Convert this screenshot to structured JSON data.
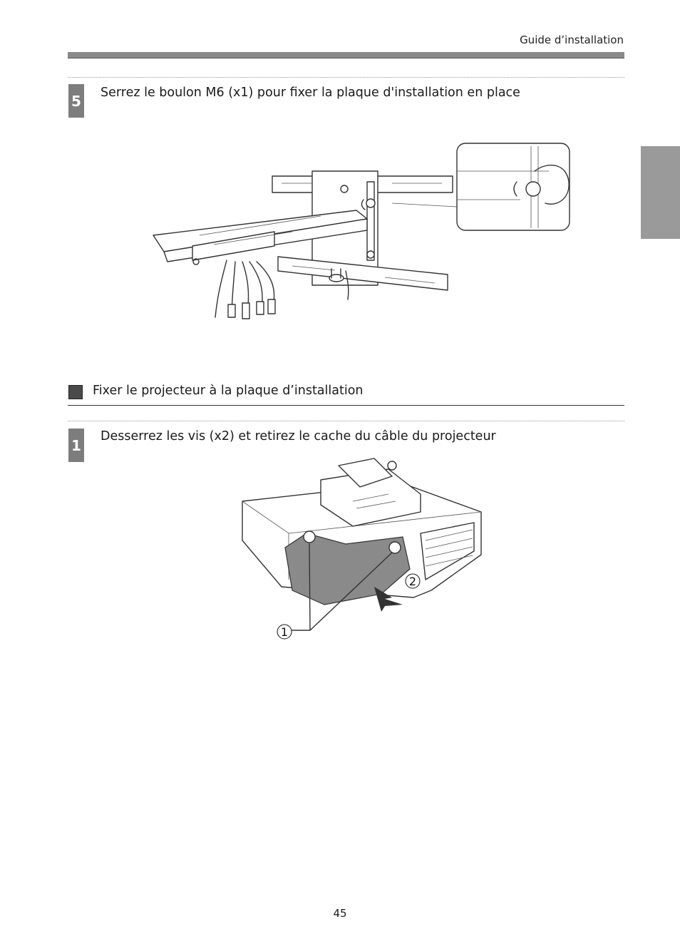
{
  "header": {
    "title": "Guide d’installation"
  },
  "steps": [
    {
      "number": "5",
      "text": "Serrez le boulon M6 (x1) pour fixer la plaque d'installation en place"
    },
    {
      "number": "1",
      "text": "Desserrez les vis (x2) et retirez le cache du câble du projecteur"
    }
  ],
  "section": {
    "title": "Fixer le projecteur à la plaque d’installation"
  },
  "callouts": {
    "first": "1",
    "second": "2"
  },
  "footer": {
    "page_number": "45"
  }
}
